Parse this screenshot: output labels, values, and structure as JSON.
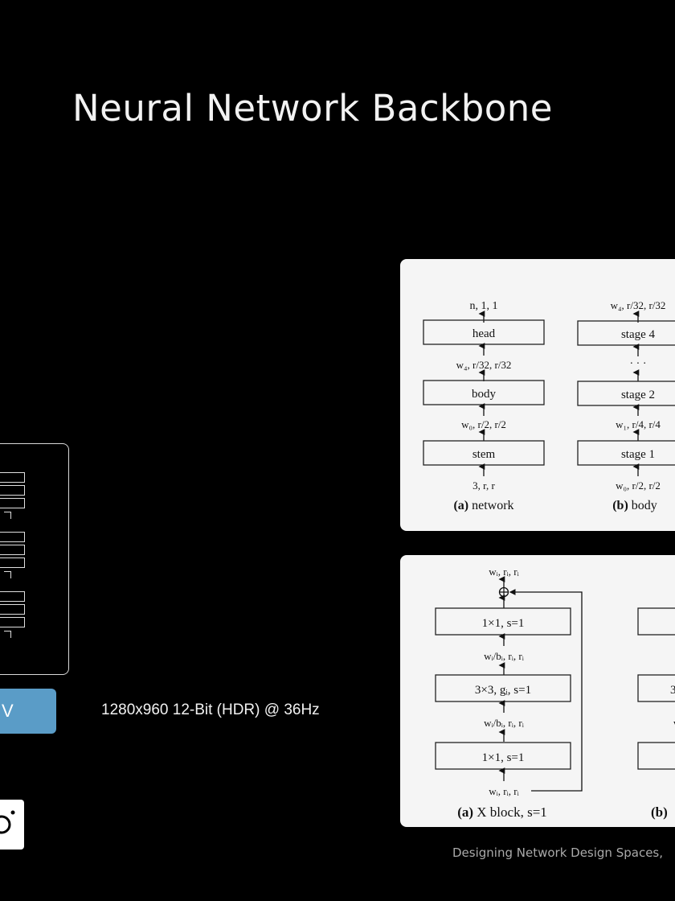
{
  "slide": {
    "title": "Neural Network Backbone",
    "camera_label": "V",
    "camera_spec": "1280x960 12-Bit (HDR) @ 36Hz",
    "footer": "Designing Network Design Spaces,"
  },
  "diagram_network": {
    "out": "n, 1, 1",
    "head": "head",
    "w4": "w₄, r/32, r/32",
    "body": "body",
    "w0": "w₀, r/2, r/2",
    "stem": "stem",
    "in": "3, r, r",
    "caption_prefix": "(a)",
    "caption_text": "network"
  },
  "diagram_body": {
    "out": "w₄, r/32, r/32",
    "stage4": "stage 4",
    "dots": "· · ·",
    "stage2": "stage 2",
    "w1": "w₁, r/4, r/4",
    "stage1": "stage 1",
    "in": "w₀, r/2, r/2",
    "caption_prefix": "(b)",
    "caption_text": "body"
  },
  "diagram_xblock": {
    "out": "wᵢ, rᵢ, rᵢ",
    "conv_top": "1×1, s=1",
    "mid1": "wᵢ/bᵢ, rᵢ, rᵢ",
    "conv_mid": "3×3, gᵢ, s=1",
    "mid2": "wᵢ/bᵢ, rᵢ, rᵢ",
    "conv_bot": "1×1, s=1",
    "in": "wᵢ, rᵢ, rᵢ",
    "caption_prefix": "(a)",
    "caption_text": "X block, s=1",
    "partial_caption": "(b)",
    "partial_conv": "3",
    "partial_text": "w"
  },
  "colors": {
    "background": "#000000",
    "card": "#f5f5f5",
    "camera_button": "#5a9cc7"
  }
}
